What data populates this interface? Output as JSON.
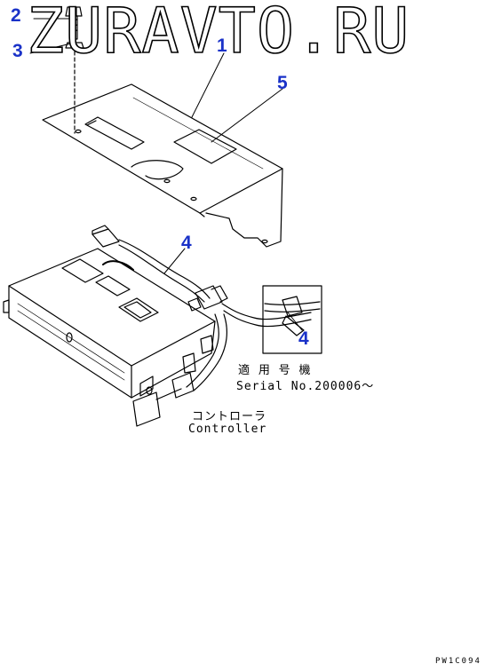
{
  "watermark": "ZURAVTO.RU",
  "callouts": {
    "c1": "1",
    "c2": "2",
    "c3": "3",
    "c4a": "4",
    "c4b": "4",
    "c5": "5"
  },
  "notes": {
    "applicable_jp": "適 用 号 機",
    "serial": "Serial No.200006～",
    "controller_jp": "コントローラ",
    "controller_en": "Controller"
  },
  "figure_code": "PW1C094",
  "colors": {
    "callout": "#1a32c8",
    "line": "#000000"
  }
}
